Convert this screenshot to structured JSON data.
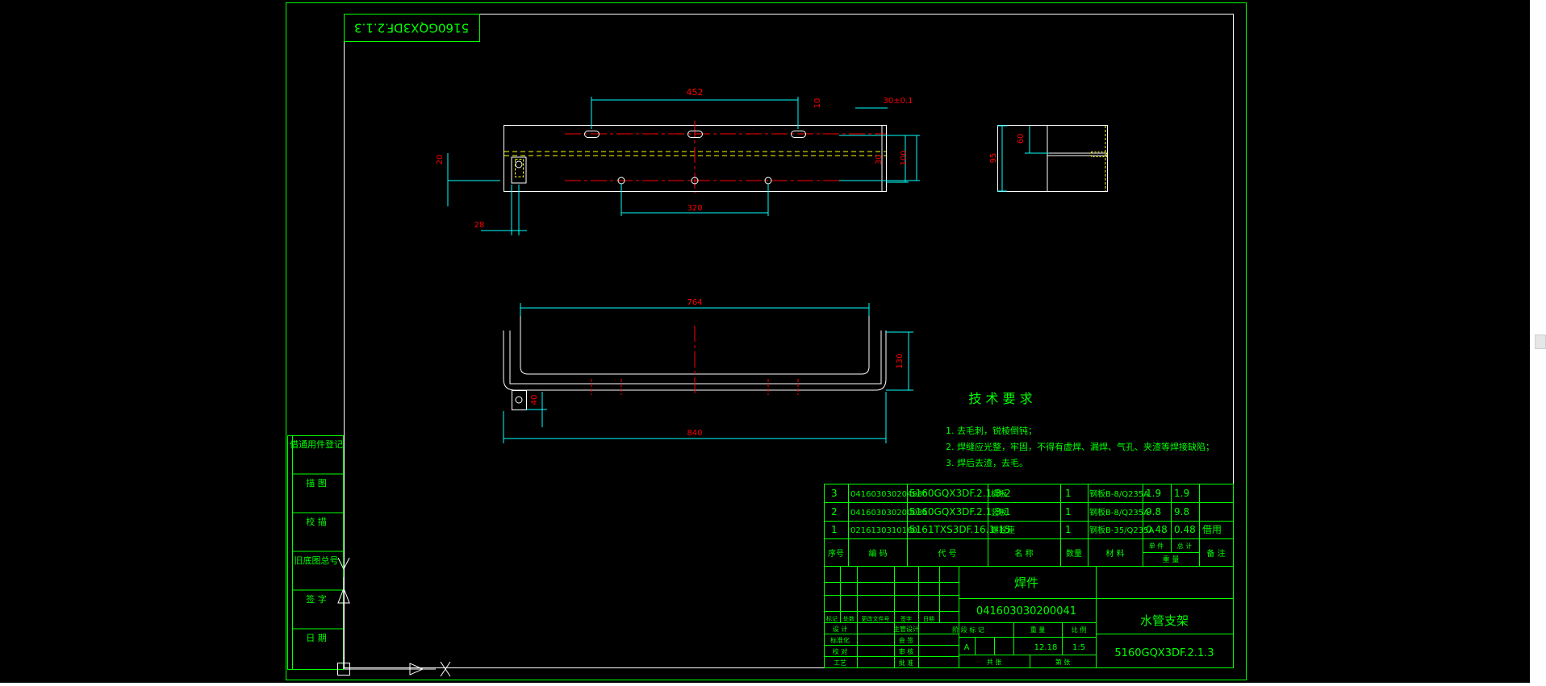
{
  "drawing": {
    "title_tab": "5160GQX3DF.2.1.3",
    "tech_title": "技 术 要 求",
    "tech_notes": [
      "1. 去毛刺，锐棱倒钝；",
      "2. 焊缝应光整，牢固，不得有虚焊、漏焊、气孔、夹渣等焊接缺陷；",
      "3. 焊后去渣，去毛。"
    ],
    "dims": {
      "d452": "452",
      "d30": "30±0.1",
      "d10": "10",
      "d100": "100",
      "d30b": "30",
      "d20": "20",
      "d28": "28",
      "d320": "320",
      "d95": "95",
      "d60": "60",
      "d764": "764",
      "d130": "130",
      "d40": "40",
      "d840": "840"
    },
    "left_labels": [
      "借通用件登记",
      "描 图",
      "校 描",
      "旧底图总号",
      "签 字",
      "日 期"
    ],
    "bom_rows": [
      [
        "3",
        "041603030204980",
        "5160GQX3DF.2.1.3-2",
        "横板",
        "1",
        "钢板B-8/Q235A",
        "1.9",
        "1.9",
        ""
      ],
      [
        "2",
        "041603030200031",
        "5160GQX3DF.2.1.3-1",
        "竖板",
        "1",
        "钢板B-8/Q235A",
        "9.8",
        "9.8",
        ""
      ],
      [
        "1",
        "0216130310160",
        "5161TXS3DF.16.1-15",
        "螺栓座",
        "1",
        "钢板B-35/Q235A",
        "0.48",
        "0.48",
        "借用"
      ]
    ],
    "bom_header": [
      "序号",
      "编 码",
      "代 号",
      "名 称",
      "数量",
      "材 料",
      "单 件",
      "总 计",
      "备 注"
    ],
    "bom_weight": "重 量",
    "title_block": {
      "type": "焊件",
      "code": "041603030200041",
      "name": "水管支架",
      "drawing_no": "5160GQX3DF.2.1.3",
      "rev_marks": [
        "标记",
        "处数",
        "更改文件号",
        "签字",
        "日期"
      ],
      "roles": [
        "设 计",
        "标准化",
        "校 对",
        "审 核",
        "工艺",
        "批 准",
        "主管设计",
        "会 签"
      ],
      "stage_label": "阶 段 标 记",
      "weight_label": "重 量",
      "scale_label": "比 例",
      "stage": "A",
      "weight": "12.18",
      "scale": "1:5",
      "sheet_label": "共 张",
      "sheet_of": "第 张"
    }
  },
  "colors": {
    "background": "#000000",
    "frame": "#00ff00",
    "geometry": "#ffffff",
    "dimension": "#00ffff",
    "center": "#ff0000",
    "hidden": "#ffff00",
    "text": "#00ff00",
    "dim_text": "#ff0000"
  }
}
